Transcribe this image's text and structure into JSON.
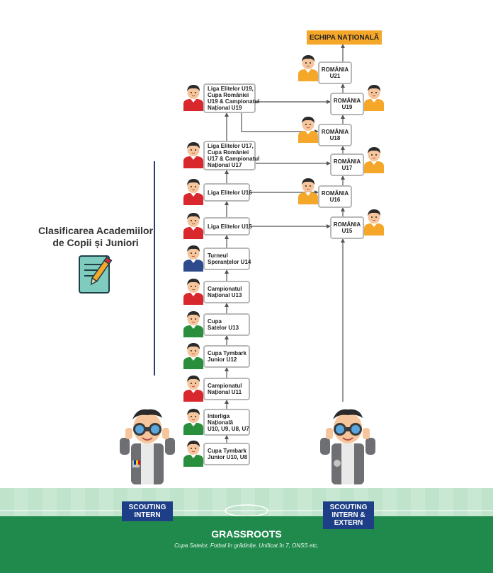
{
  "national_team": "ECHIPA NAȚIONALĂ",
  "side_title": [
    "Clasificarea Academiilor",
    "de Copii și Juniori"
  ],
  "academy_boxes": [
    {
      "lines": [
        "Liga Elitelor U19,",
        "Cupa României",
        "U19 & Campionatul",
        "Național U19"
      ],
      "shirt": "#d8282d"
    },
    {
      "lines": [
        "Liga Elitelor U17,",
        "Cupa României",
        "U17 & Campionatul",
        "Național U17"
      ],
      "shirt": "#d8282d"
    },
    {
      "lines": [
        "Liga Elitelor U16"
      ],
      "shirt": "#d8282d"
    },
    {
      "lines": [
        "Liga Elitelor U15"
      ],
      "shirt": "#d8282d"
    },
    {
      "lines": [
        "Turneul",
        "Speranțelor  U14"
      ],
      "shirt": "#2c4a8c"
    },
    {
      "lines": [
        "Campionatul",
        "Național U13"
      ],
      "shirt": "#d8282d"
    },
    {
      "lines": [
        "Cupa",
        "Satelor U13"
      ],
      "shirt": "#2a8f3c"
    },
    {
      "lines": [
        "Cupa Tymbark",
        "Junior U12"
      ],
      "shirt": "#2a8f3c"
    },
    {
      "lines": [
        "Campionatul",
        "Național U11"
      ],
      "shirt": "#d8282d"
    },
    {
      "lines": [
        "Interliga",
        "Națională",
        "U10, U9, U8, U7"
      ],
      "shirt": "#2a8f3c"
    },
    {
      "lines": [
        "Cupa Tymbark",
        "Junior U10, U8"
      ],
      "shirt": "#2a8f3c"
    }
  ],
  "national_boxes": [
    {
      "lines": [
        "ROMÂNIA",
        "U21"
      ]
    },
    {
      "lines": [
        "ROMÂNIA",
        "U19"
      ]
    },
    {
      "lines": [
        "ROMÂNIA",
        "U18"
      ]
    },
    {
      "lines": [
        "ROMÂNIA",
        "U17"
      ]
    },
    {
      "lines": [
        "ROMÂNIA",
        "U16"
      ]
    },
    {
      "lines": [
        "ROMÂNIA",
        "U15"
      ]
    }
  ],
  "scouting_left": [
    "SCOUTING",
    "INTERN"
  ],
  "scouting_right": [
    "SCOUTING",
    "INTERN &",
    "EXTERN"
  ],
  "grassroots_title": "GRASSROOTS",
  "grassroots_subtitle": "Cupa Satelor, Fotbal în grădinițe, Unificat în 7, ONSS etc.",
  "colors": {
    "national_orange": "#f5a72a",
    "navy": "#1e3f87",
    "grass_dark": "#1f8a4c",
    "grass_light": "#c9e8d3",
    "shirt_yellow": "#f5a72a"
  }
}
